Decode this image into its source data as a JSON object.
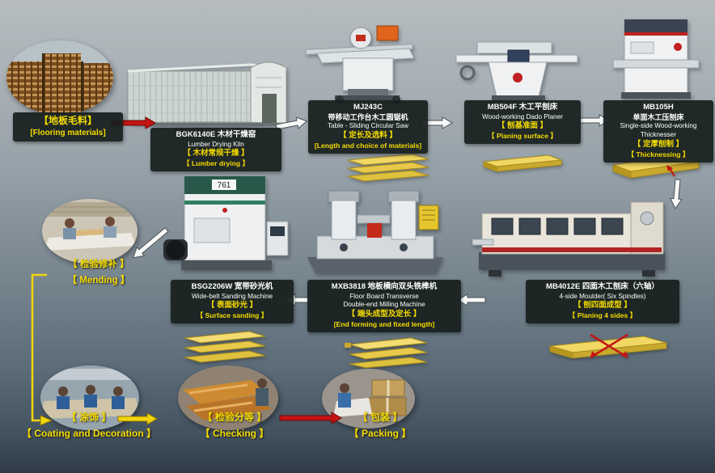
{
  "colors": {
    "accent_yellow": "#f6dc00",
    "accent_red": "#c41414",
    "badge_background": "#171f1d",
    "background_top": "#b6bcbf",
    "background_bottom": "#2f3c48"
  },
  "stages": {
    "flooring_materials": {
      "step_cn": "【地板毛料】",
      "step_en": "[Flooring materials]"
    },
    "lumber_drying": {
      "model": "BGK6140E 木材干燥窑",
      "name_en": "Lumber Drying Kiln",
      "step_cn": "【 木材常规干燥 】",
      "step_en": "【 Lumber drying 】"
    },
    "circular_saw": {
      "model": "MJ243C",
      "name_cn": "带移动工作台木工圆锯机",
      "name_en": "Table - Sliding Circular Saw",
      "step_cn": "【 定长及选料 】",
      "step_en": "[Length and choice of materials]"
    },
    "surface_planer": {
      "model": "MB504F 木工平刨床",
      "name_en": "Wood-working Dado Planer",
      "step_cn": "【 刨基准面 】",
      "step_en": "【 Planing surface 】"
    },
    "thicknesser": {
      "model": "MB105H",
      "name_cn": "单面木工压刨床",
      "name_en": "Single-side Wood-working Thicknesser",
      "step_cn": "【 定厚刨制 】",
      "step_en": "【 Thicknessing 】"
    },
    "four_side_moulder": {
      "model": "MB4012E 四面木工刨床（六轴）",
      "name_en": "4-side Moulder( Six Spindles)",
      "step_cn": "【 刨四面成型 】",
      "step_en": "【 Planing 4 sides 】"
    },
    "double_end_milling": {
      "model": "MXB3818 地板横向双头铣榫机",
      "name_en_line1": "Floor Board Transverse",
      "name_en_line2": "Double-end Milling Machine",
      "step_cn": "【 端头成型及定长 】",
      "step_en": "[End forming and fixed length]"
    },
    "wide_belt_sander": {
      "model": "BSG2206W 宽带砂光机",
      "name_en": "Wide-belt Sanding Machine",
      "step_cn": "【 表面砂光 】",
      "step_en": "【 Surface sanding 】",
      "panel_text": "761"
    },
    "mending": {
      "step_cn": "【 检验修补 】",
      "step_en": "【 Mending 】"
    },
    "coating": {
      "step_cn": "【 涂饰 】",
      "step_en": "【 Coating and Decoration 】"
    },
    "checking": {
      "step_cn": "【 检验分等 】",
      "step_en": "【 Checking 】"
    },
    "packing": {
      "step_cn": "【 包装 】",
      "step_en": "【 Packing 】"
    }
  }
}
